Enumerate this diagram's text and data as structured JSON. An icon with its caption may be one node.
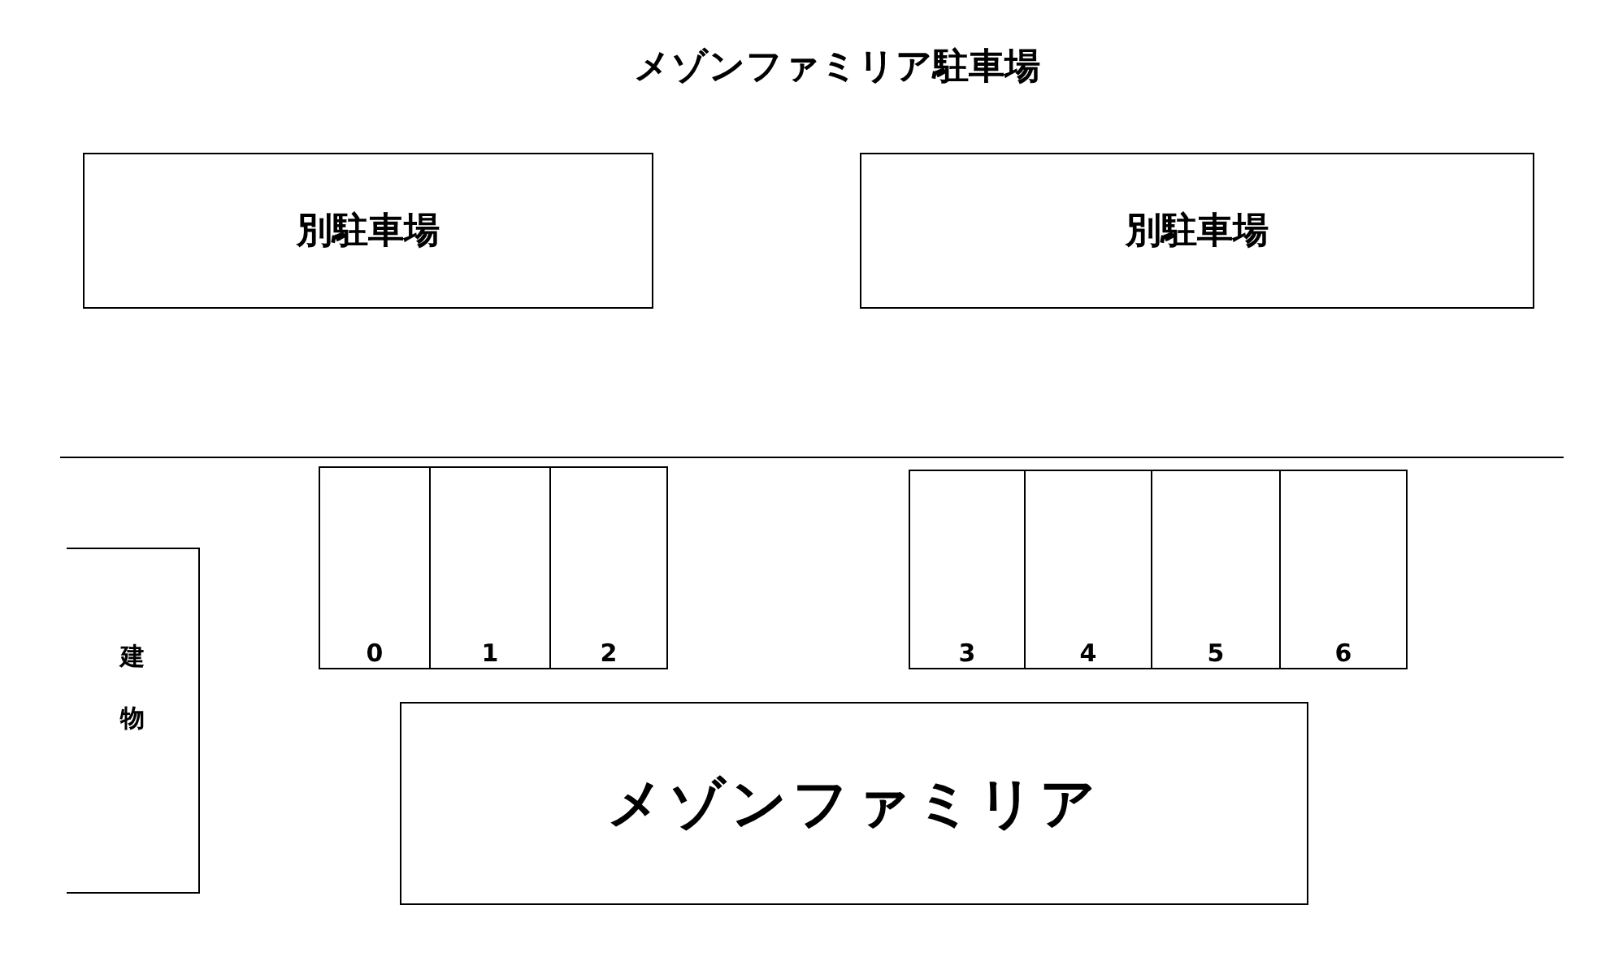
{
  "diagram": {
    "title": "メゾンファミリア駐車場",
    "nodes": [
      {
        "text": [
          "別駐車場"
        ]
      },
      {
        "text": [
          "別駐車場"
        ]
      },
      {
        "text": [
          "0"
        ]
      },
      {
        "text": [
          "1"
        ]
      },
      {
        "text": [
          "2"
        ]
      },
      {
        "text": [
          "3"
        ]
      },
      {
        "text": [
          "4"
        ]
      },
      {
        "text": [
          "5"
        ]
      },
      {
        "text": [
          "6"
        ]
      },
      {
        "text": [
          "建物"
        ]
      },
      {
        "text": [
          "メゾンファミリア"
        ]
      }
    ],
    "edges": []
  }
}
